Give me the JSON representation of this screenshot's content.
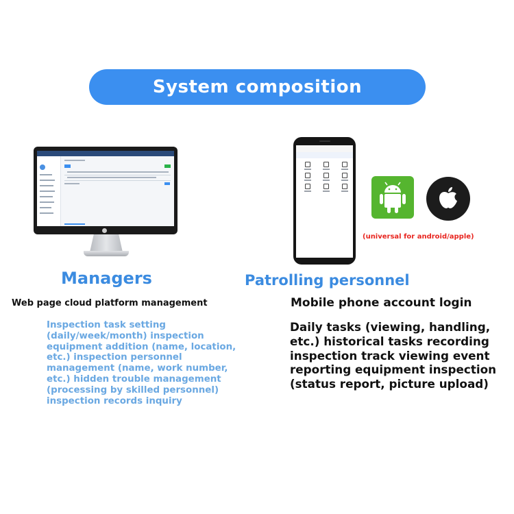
{
  "title": "System composition",
  "managers": {
    "heading": "Managers",
    "subtitle": "Web page cloud platform management",
    "description": "Inspection task setting (daily/week/month) inspection equipment addition (name, location, etc.) inspection personnel management (name, work number, etc.) hidden trouble management (processing by skilled personnel) inspection records inquiry"
  },
  "patrol": {
    "heading": "Patrolling personnel",
    "subtitle": "Mobile phone account login",
    "description": "Daily tasks (viewing, handling, etc.) historical tasks recording inspection track viewing event reporting equipment inspection (status report, picture upload)"
  },
  "platform_note": "(universal for android/apple)",
  "colors": {
    "accent": "#3b8ff0",
    "heading_blue": "#3b8be0",
    "desc_blue": "#6aa8e2",
    "note_red": "#e8251f",
    "android_green": "#55b52f"
  },
  "icons": {
    "desktop": "monitor-icon",
    "mobile": "smartphone-icon",
    "android": "android-icon",
    "apple": "apple-icon"
  }
}
